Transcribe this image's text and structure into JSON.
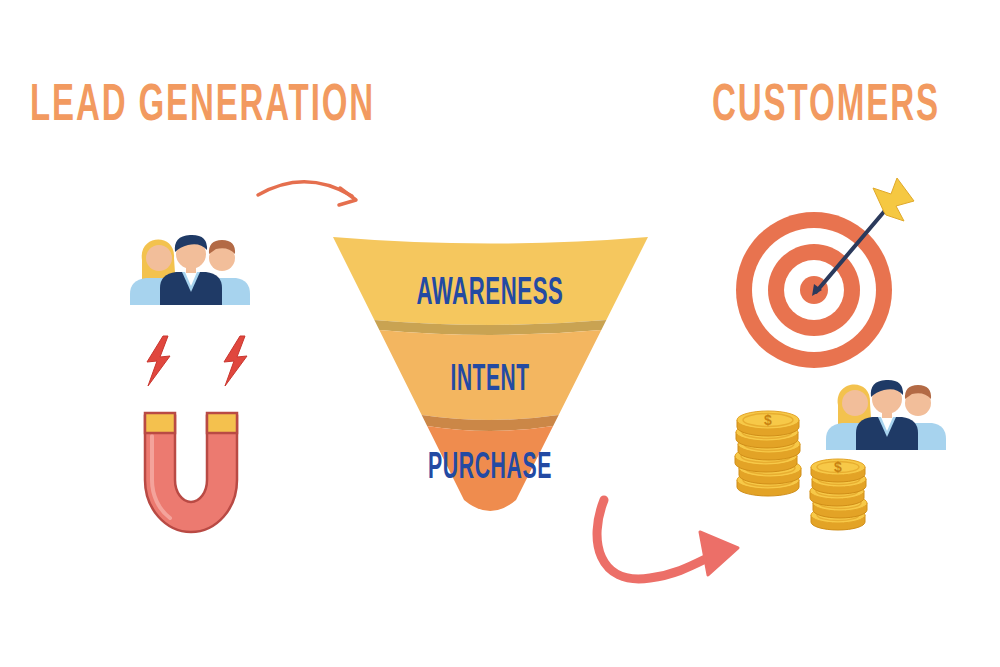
{
  "diagram": {
    "nodes": [
      {
        "text": [
          "AWARENESS"
        ]
      },
      {
        "text": [
          "INTENT"
        ]
      },
      {
        "text": [
          "PURCHASE"
        ]
      }
    ],
    "labels": [
      "LEAD GENERATION",
      "CUSTOMERS",
      "$",
      "$"
    ]
  }
}
